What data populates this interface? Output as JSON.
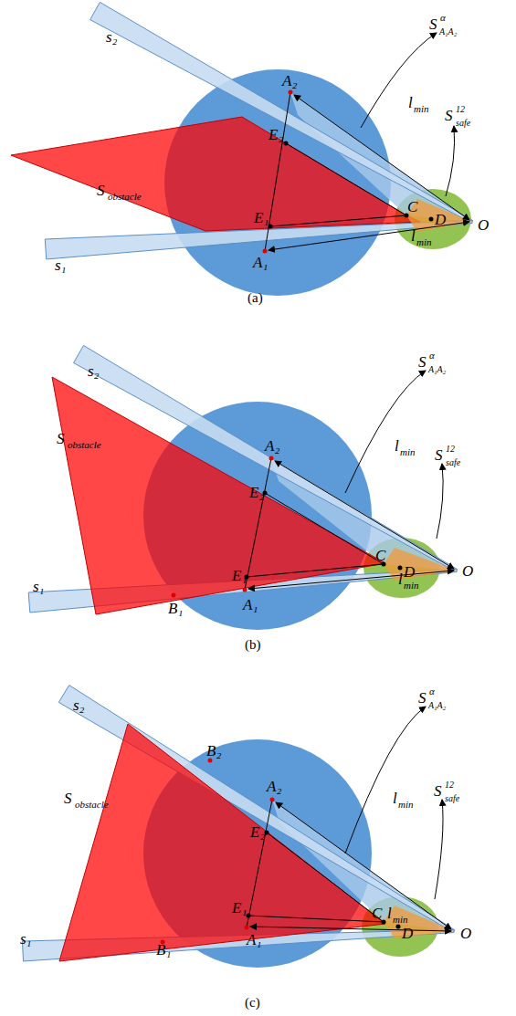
{
  "diagram": {
    "labels": [
      "s₂",
      "s₁",
      "S",
      "obstacle",
      "S",
      "α",
      "A₁A₂",
      "S",
      "12",
      "safe",
      "A₂",
      "E₂",
      "E₁",
      "A₁",
      "C",
      "D",
      "O",
      "l",
      "min",
      "l",
      "min",
      "(a)",
      "s₂",
      "s₁",
      "S",
      "obstacle",
      "S",
      "α",
      "A₁A₂",
      "S",
      "12",
      "safe",
      "A₂",
      "E₂",
      "E₁",
      "A₁",
      "B₁",
      "C",
      "D",
      "O",
      "l",
      "min",
      "l",
      "min",
      "(b)",
      "s₂",
      "s₁",
      "S",
      "obstacle",
      "S",
      "α",
      "A₁A₂",
      "S",
      "12",
      "safe",
      "B₂",
      "A₂",
      "E₂",
      "E₁",
      "A₁",
      "B₁",
      "C",
      "D",
      "O",
      "l",
      "min",
      "l",
      "min",
      "(c)"
    ]
  }
}
